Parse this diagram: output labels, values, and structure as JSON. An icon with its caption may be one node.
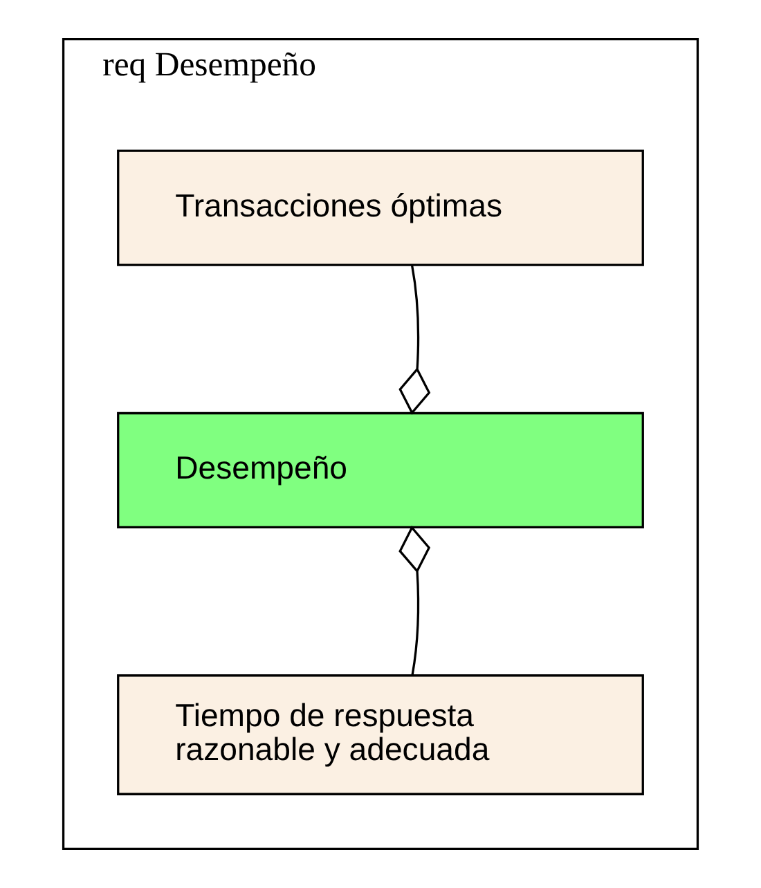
{
  "diagram": {
    "nodes": [
      {
        "text": [
          "req Desempeño"
        ]
      },
      {
        "text": [
          "Transacciones óptimas"
        ],
        "in": 0
      },
      {
        "text": [
          "Desempeño"
        ],
        "in": 0
      },
      {
        "text": [
          "Tiempo de respuesta razonable y adecuada"
        ],
        "in": 0
      }
    ],
    "edges": [
      {
        "from": 1,
        "to": 2,
        "arrow": "other"
      },
      {
        "from": 3,
        "to": 2,
        "arrow": "other"
      }
    ]
  }
}
